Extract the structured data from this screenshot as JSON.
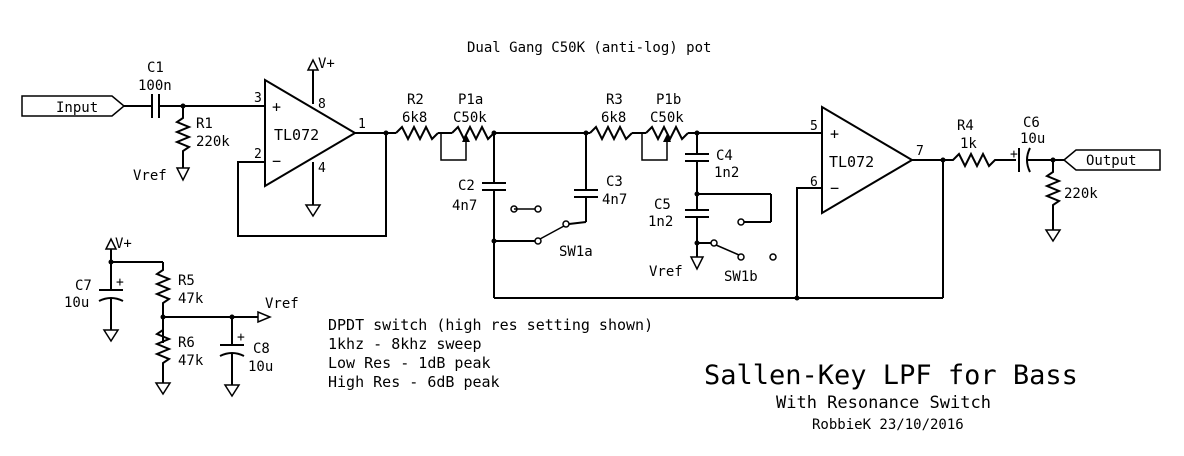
{
  "header_text": "Dual Gang C50K (anti-log) pot",
  "ports": {
    "input": "Input",
    "output": "Output"
  },
  "components": {
    "c1": {
      "ref": "C1",
      "value": "100n"
    },
    "r1": {
      "ref": "R1",
      "value": "220k"
    },
    "r2": {
      "ref": "R2",
      "value": "6k8"
    },
    "p1a": {
      "ref": "P1a",
      "value": "C50k"
    },
    "r3": {
      "ref": "R3",
      "value": "6k8"
    },
    "p1b": {
      "ref": "P1b",
      "value": "C50k"
    },
    "c2": {
      "ref": "C2",
      "value": "4n7"
    },
    "c3": {
      "ref": "C3",
      "value": "4n7"
    },
    "c4": {
      "ref": "C4",
      "value": "1n2"
    },
    "c5": {
      "ref": "C5",
      "value": "1n2"
    },
    "r4": {
      "ref": "R4",
      "value": "1k"
    },
    "c6": {
      "ref": "C6",
      "value": "10u"
    },
    "r_out": {
      "value": "220k"
    },
    "r5": {
      "ref": "R5",
      "value": "47k"
    },
    "r6": {
      "ref": "R6",
      "value": "47k"
    },
    "c7": {
      "ref": "C7",
      "value": "10u"
    },
    "c8": {
      "ref": "C8",
      "value": "10u"
    },
    "u1": {
      "name": "TL072",
      "pin_in_plus": "3",
      "pin_in_minus": "2",
      "pin_out": "1",
      "pin_vplus": "8",
      "pin_gnd": "4",
      "plus": "+",
      "minus": "−"
    },
    "u2": {
      "name": "TL072",
      "pin_in_plus": "5",
      "pin_in_minus": "6",
      "pin_out": "7",
      "plus": "+",
      "minus": "−"
    },
    "sw1a": {
      "ref": "SW1a"
    },
    "sw1b": {
      "ref": "SW1b"
    }
  },
  "rails": {
    "vplus": "V+",
    "vref": "Vref",
    "cap_polarity": "+"
  },
  "notes": [
    "DPDT switch (high res setting shown)",
    "1khz - 8khz sweep",
    "Low Res - 1dB peak",
    "High Res - 6dB peak"
  ],
  "title_block": {
    "title": "Sallen-Key LPF for Bass",
    "subtitle": "With Resonance Switch",
    "author_date": "RobbieK 23/10/2016"
  }
}
